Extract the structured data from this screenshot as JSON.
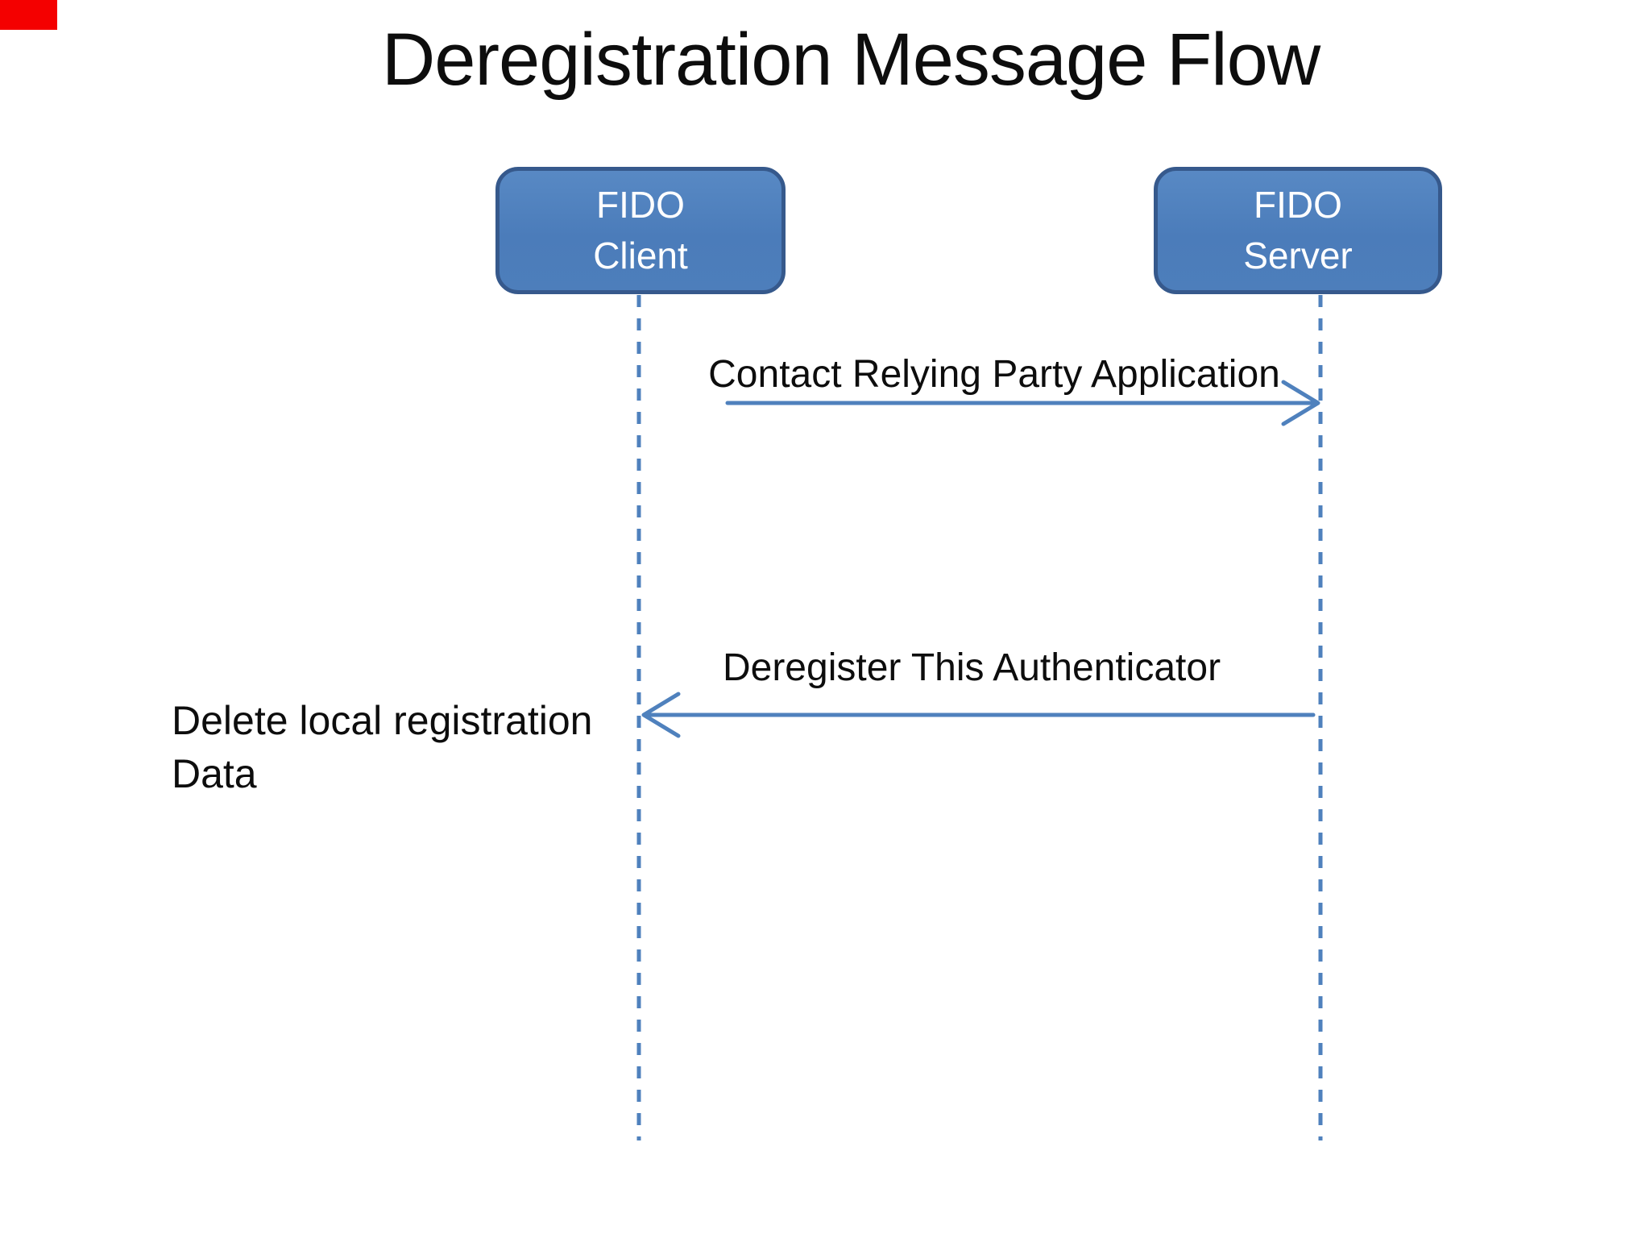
{
  "page": {
    "title": "Deregistration Message Flow",
    "background_color": "#ffffff"
  },
  "colors": {
    "accent_blue": "#4f81bd",
    "actor_box_fill": "#4b7cba",
    "actor_box_border": "#36598c",
    "actor_box_text": "#ffffff",
    "text_color": "#0d0d0d",
    "cursor_marker_red": "#f40000"
  },
  "actors": [
    {
      "id": "fido-client",
      "lines": [
        "FIDO",
        "Client"
      ]
    },
    {
      "id": "fido-server",
      "lines": [
        "FIDO",
        "Server"
      ]
    }
  ],
  "messages": [
    {
      "label": "Contact Relying Party Application",
      "from": "fido-client",
      "to": "fido-server",
      "direction": "right"
    },
    {
      "label": "Deregister This Authenticator",
      "from": "fido-server",
      "to": "fido-client",
      "direction": "left"
    }
  ],
  "note": {
    "line1": "Delete local registration",
    "line2": "Data"
  }
}
